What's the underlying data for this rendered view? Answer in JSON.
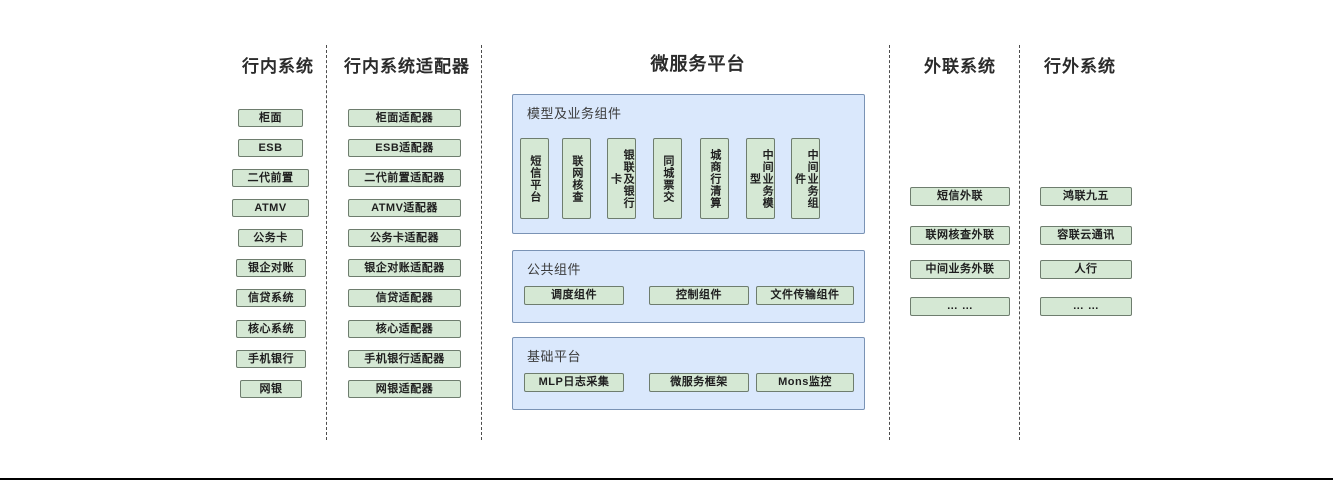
{
  "diagram": {
    "columns": [
      {
        "id": "in-bank-systems",
        "title": "行内系统",
        "items": [
          "柜面",
          "ESB",
          "二代前置",
          "ATMV",
          "公务卡",
          "银企对账",
          "信贷系统",
          "核心系统",
          "手机银行",
          "网银"
        ]
      },
      {
        "id": "in-bank-adapters",
        "title": "行内系统适配器",
        "items": [
          "柜面适配器",
          "ESB适配器",
          "二代前置适配器",
          "ATMV适配器",
          "公务卡适配器",
          "银企对账适配器",
          "信贷适配器",
          "核心适配器",
          "手机银行适配器",
          "网银适配器"
        ]
      },
      {
        "id": "microservice-platform",
        "title": "微服务平台"
      },
      {
        "id": "external-link-systems",
        "title": "外联系统",
        "items": [
          "短信外联",
          "联网核查外联",
          "中间业务外联",
          "… …"
        ]
      },
      {
        "id": "outside-bank-systems",
        "title": "行外系统",
        "items": [
          "鸿联九五",
          "容联云通讯",
          "人行",
          "… …"
        ]
      }
    ],
    "platform_panels": [
      {
        "id": "model-and-business-components",
        "title": "模型及业务组件",
        "orientation": "vertical",
        "items": [
          "短信平台",
          "联网核查",
          "银联及银行卡",
          "同城票交",
          "城商行清算",
          "中间业务模型",
          "中间业务组件"
        ]
      },
      {
        "id": "public-components",
        "title": "公共组件",
        "orientation": "horizontal",
        "items": [
          "调度组件",
          "控制组件",
          "文件传输组件"
        ]
      },
      {
        "id": "base-platform",
        "title": "基础平台",
        "orientation": "horizontal",
        "items": [
          "MLP日志采集",
          "微服务框架",
          "Mons监控"
        ]
      }
    ],
    "colors": {
      "node_fill": "#d5e8d4",
      "node_border": "#6e7d6e",
      "panel_fill": "#dae8fc",
      "panel_border": "#7a93b5",
      "background": "#ffffff",
      "separator": "#4d4d4d"
    }
  }
}
